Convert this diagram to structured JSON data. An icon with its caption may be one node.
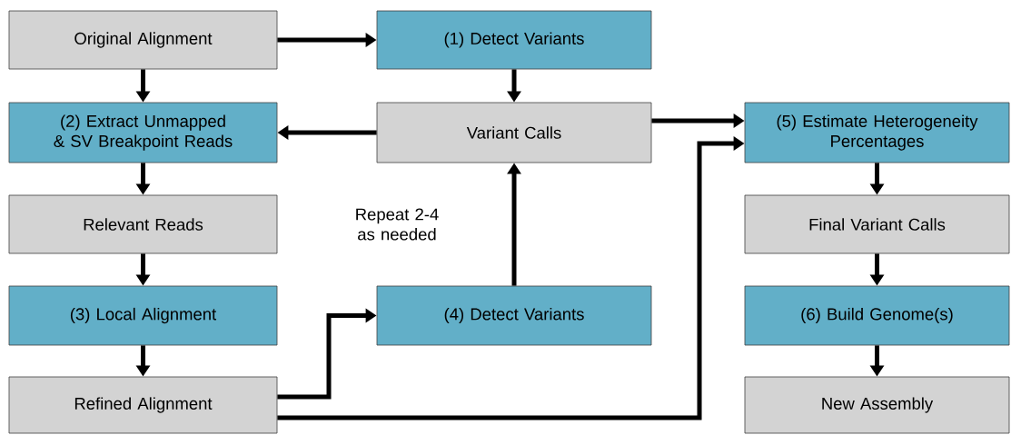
{
  "diagram": {
    "nodes": [
      {
        "text": [
          "Original Alignment"
        ]
      },
      {
        "text": [
          "(1) Detect Variants"
        ]
      },
      {
        "text": [
          "(2) Extract Unmapped & SV Breakpoint Reads"
        ]
      },
      {
        "text": [
          "Variant Calls"
        ]
      },
      {
        "text": [
          "(5) Estimate Heterogeneity Percentages"
        ]
      },
      {
        "text": [
          "Relevant Reads"
        ]
      },
      {
        "text": [
          "Final Variant Calls"
        ]
      },
      {
        "text": [
          "(3) Local Alignment"
        ]
      },
      {
        "text": [
          "(4) Detect Variants"
        ]
      },
      {
        "text": [
          "(6) Build Genome(s)"
        ]
      },
      {
        "text": [
          "Refined Alignment"
        ]
      },
      {
        "text": [
          "New Assembly"
        ]
      }
    ],
    "edges": [
      {
        "from": 0,
        "to": 1,
        "arrow": "to"
      },
      {
        "from": 0,
        "to": 2,
        "arrow": "to"
      },
      {
        "from": 1,
        "to": 3,
        "arrow": "to"
      },
      {
        "from": 3,
        "to": 2,
        "arrow": "to"
      },
      {
        "from": 3,
        "to": 4,
        "arrow": "to"
      },
      {
        "from": 2,
        "to": 5,
        "arrow": "to"
      },
      {
        "from": 5,
        "to": 7,
        "arrow": "to"
      },
      {
        "from": 7,
        "to": 10,
        "arrow": "to"
      },
      {
        "from": 10,
        "to": 8,
        "arrow": "to"
      },
      {
        "from": 8,
        "to": 3,
        "arrow": "to"
      },
      {
        "from": 10,
        "to": 4,
        "arrow": "to"
      },
      {
        "from": 4,
        "to": 6,
        "arrow": "to"
      },
      {
        "from": 6,
        "to": 9,
        "arrow": "to"
      },
      {
        "from": 9,
        "to": 11,
        "arrow": "to"
      }
    ],
    "labels": [
      "Repeat 2-4 as needed"
    ]
  }
}
